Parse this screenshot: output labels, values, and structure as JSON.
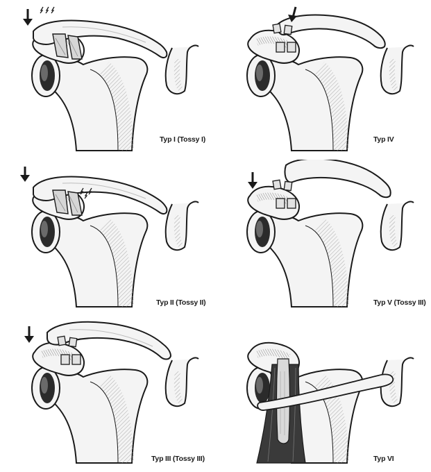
{
  "figure": {
    "panels": [
      {
        "id": "type-1",
        "caption": "Typ I (Tossy I)"
      },
      {
        "id": "type-4",
        "caption": "Typ IV"
      },
      {
        "id": "type-2",
        "caption": "Typ II (Tossy II)"
      },
      {
        "id": "type-5",
        "caption": "Typ V (Tossy III)"
      },
      {
        "id": "type-3",
        "caption": "Typ III (Tossy III)"
      },
      {
        "id": "type-6",
        "caption": "Typ VI"
      }
    ]
  },
  "colors": {
    "ink": "#1a1a1a",
    "bone_fill": "#f4f4f4",
    "shade": "#9a9a9a",
    "dark": "#2b2b2b",
    "muscle": "#3a3a3a"
  }
}
